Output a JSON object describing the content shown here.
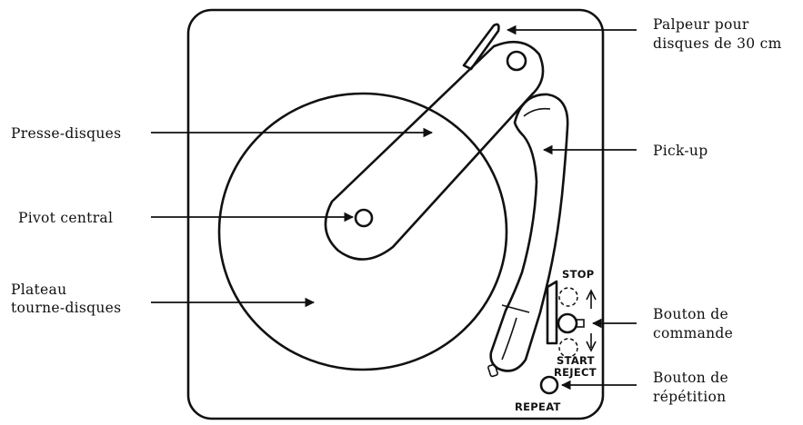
{
  "labels": {
    "palpeur_line1": "Palpeur pour",
    "palpeur_line2": "disques de 30 cm",
    "presse_disques": "Presse-disques",
    "pick_up": "Pick-up",
    "pivot_central": "Pivot central",
    "plateau_line1": "Plateau",
    "plateau_line2": "tourne-disques",
    "bouton_commande_line1": "Bouton de",
    "bouton_commande_line2": "commande",
    "bouton_repetition_line1": "Bouton de",
    "bouton_repetition_line2": "répétition"
  },
  "panel": {
    "stop": "STOP",
    "start": "START",
    "reject": "REJECT",
    "repeat": "REPEAT"
  }
}
